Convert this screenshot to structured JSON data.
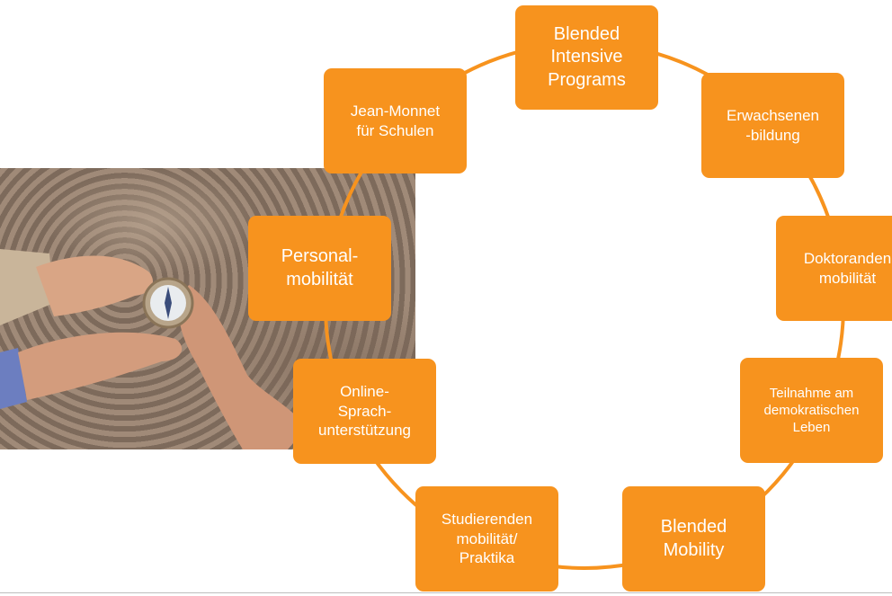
{
  "diagram": {
    "accent_color": "#f7931e",
    "nodes": [
      {
        "id": "blended-intensive",
        "label": "Blended\nIntensive\nPrograms"
      },
      {
        "id": "erwachsenen",
        "label": "Erwachsenen\n-bildung"
      },
      {
        "id": "doktoranden",
        "label": "Doktoranden\nmobilität"
      },
      {
        "id": "teilnahme",
        "label": "Teilnahme am\ndemokratischen\nLeben"
      },
      {
        "id": "blended-mobility",
        "label": "Blended\nMobility"
      },
      {
        "id": "studierenden",
        "label": "Studierenden\nmobilität/\nPraktika"
      },
      {
        "id": "online-sprach",
        "label": "Online-\nSprach-\nunterstützung"
      },
      {
        "id": "personal",
        "label": "Personal-\nmobilität"
      },
      {
        "id": "jean-monnet",
        "label": "Jean-Monnet\nfür Schulen"
      }
    ]
  },
  "photo": {
    "subject": "compass-hands-photo"
  }
}
